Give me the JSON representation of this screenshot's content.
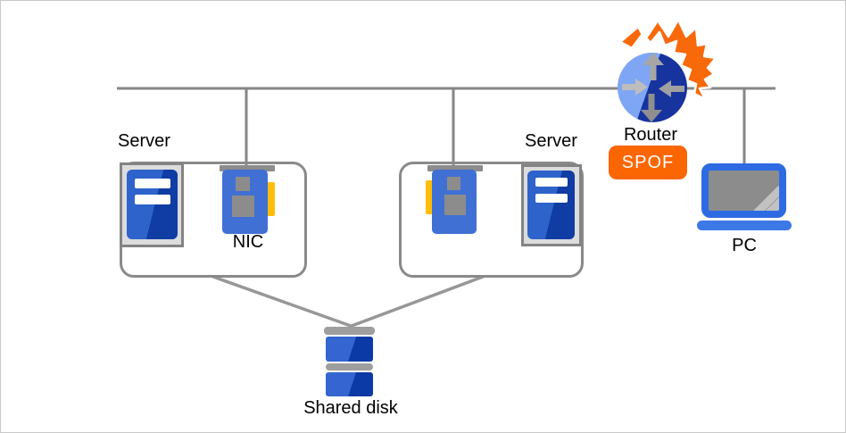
{
  "labels": {
    "server_left": "Server",
    "server_right": "Server",
    "nic": "NIC",
    "router": "Router",
    "spof_badge": "SPOF",
    "pc": "PC",
    "shared_disk": "Shared disk"
  },
  "colors": {
    "connector_gray": "#868686",
    "icon_blue": "#4070d4",
    "icon_blue_light": "#2e63cb",
    "icon_blue_dark": "#0f3da4",
    "router_light_blue": "#7ea6f4",
    "router_navy": "#16339e",
    "explosion_orange": "#f8690a",
    "badge_orange": "#fb6602",
    "nic_amber": "#ffbe07",
    "neutral_gray": "#8c8c8c"
  },
  "connections": [
    "network-bus to left server NIC",
    "network-bus to right server NIC",
    "network-bus through router",
    "network-bus to PC",
    "left server to shared disk",
    "right server to shared disk"
  ]
}
